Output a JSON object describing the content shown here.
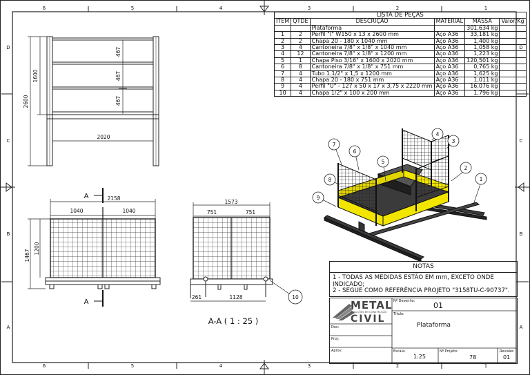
{
  "border": {
    "cols_top": [
      "6",
      "5",
      "4",
      "3",
      "2",
      "1"
    ],
    "rows": [
      "D",
      "C",
      "B",
      "A"
    ]
  },
  "bom": {
    "title": "LISTA DE PEÇAS",
    "headers": [
      "ITEM",
      "QTDE",
      "DESCRIÇÃO",
      "MATERIAL",
      "MASSA",
      "Valor/Kg"
    ],
    "assembly": {
      "desc": "Plataforma",
      "mass": "301,634 kg"
    },
    "rows": [
      {
        "item": "1",
        "qty": "2",
        "desc": "Perfil \"I\" W150 x 13 x 2600 mm",
        "mat": "Aço A36",
        "mass": "33,181 kg"
      },
      {
        "item": "2",
        "qty": "2",
        "desc": "Chapa 20 - 180 x 1040 mm",
        "mat": "Aço A36",
        "mass": "1,400 kg"
      },
      {
        "item": "3",
        "qty": "4",
        "desc": "Cantoneira 7/8\" x 1/8\" x 1040 mm",
        "mat": "Aço A36",
        "mass": "1,058 kg"
      },
      {
        "item": "4",
        "qty": "12",
        "desc": "Cantoneira 7/8\" x 1/8\" x 1200 mm",
        "mat": "Aço A36",
        "mass": "1,223 kg"
      },
      {
        "item": "5",
        "qty": "1",
        "desc": "Chapa Piso 3/16\" x 1600 x 2020 mm",
        "mat": "Aço A36",
        "mass": "120,501 kg"
      },
      {
        "item": "6",
        "qty": "8",
        "desc": "Cantoneira 7/8\" x 1/8\" x 751 mm",
        "mat": "Aço A36",
        "mass": "0,765 kg"
      },
      {
        "item": "7",
        "qty": "4",
        "desc": "Tubo 1.1/2\" x 1,5 x 1200 mm",
        "mat": "Aço A36",
        "mass": "1,625 kg"
      },
      {
        "item": "8",
        "qty": "4",
        "desc": "Chapa 20 - 180 x 751 mm",
        "mat": "Aço A36",
        "mass": "1,011 kg"
      },
      {
        "item": "9",
        "qty": "4",
        "desc": "Perfil \"U\" - 127 x 50 x 17 x 3,75 x 2220 mm",
        "mat": "Aço A36",
        "mass": "16,076 kg"
      },
      {
        "item": "10",
        "qty": "4",
        "desc": "Chapa 1/2\" x 100 x 200 mm",
        "mat": "Aço A36",
        "mass": "1,796 kg"
      }
    ]
  },
  "dims": {
    "front_height_total": "2600",
    "front_height_rail": "1600",
    "front_panel_spacing": "467",
    "front_width": "2020",
    "top_width_total": "2158",
    "top_width_half": "1040",
    "top_depth_total": "1467",
    "top_depth_inner": "1200",
    "section_width": "1573",
    "section_half": "751",
    "section_left_offset": "261",
    "section_base": "1128"
  },
  "views": {
    "section_marker": "A",
    "section_title": "A-A ( 1 : 25 )"
  },
  "balloons": [
    "1",
    "2",
    "3",
    "4",
    "5",
    "6",
    "7",
    "8",
    "9",
    "10"
  ],
  "notes": {
    "title": "NOTAS",
    "lines": [
      "1 - TODAS AS MEDIDAS ESTÃO EM mm, EXCETO ONDE INDICADO;",
      "2 - SEGUE COMO REFERÊNCIA PROJETO \"3158TU-C-90737\"."
    ]
  },
  "title_block": {
    "logo_top": "METAL",
    "logo_tagline": "SOLUÇÕES EM CONSTRUÇÃO",
    "logo_bottom": "CIVIL",
    "des_label": "Des:",
    "proj_label": "Proj:",
    "aprov_label": "Aprov:",
    "drawing_no_label": "Nº Desenho:",
    "drawing_no": "01",
    "title_label": "Título:",
    "title": "Plataforma",
    "scale_label": "Escala:",
    "scale": "1:25",
    "project_no_label": "Nº Projeto:",
    "project_no": "78",
    "revision_label": "Revisão:",
    "revision": "01"
  },
  "colors": {
    "line": "#222222",
    "highlight": "#f2e600",
    "steel_dark": "#2a2a2a",
    "steel_mid": "#555555"
  }
}
